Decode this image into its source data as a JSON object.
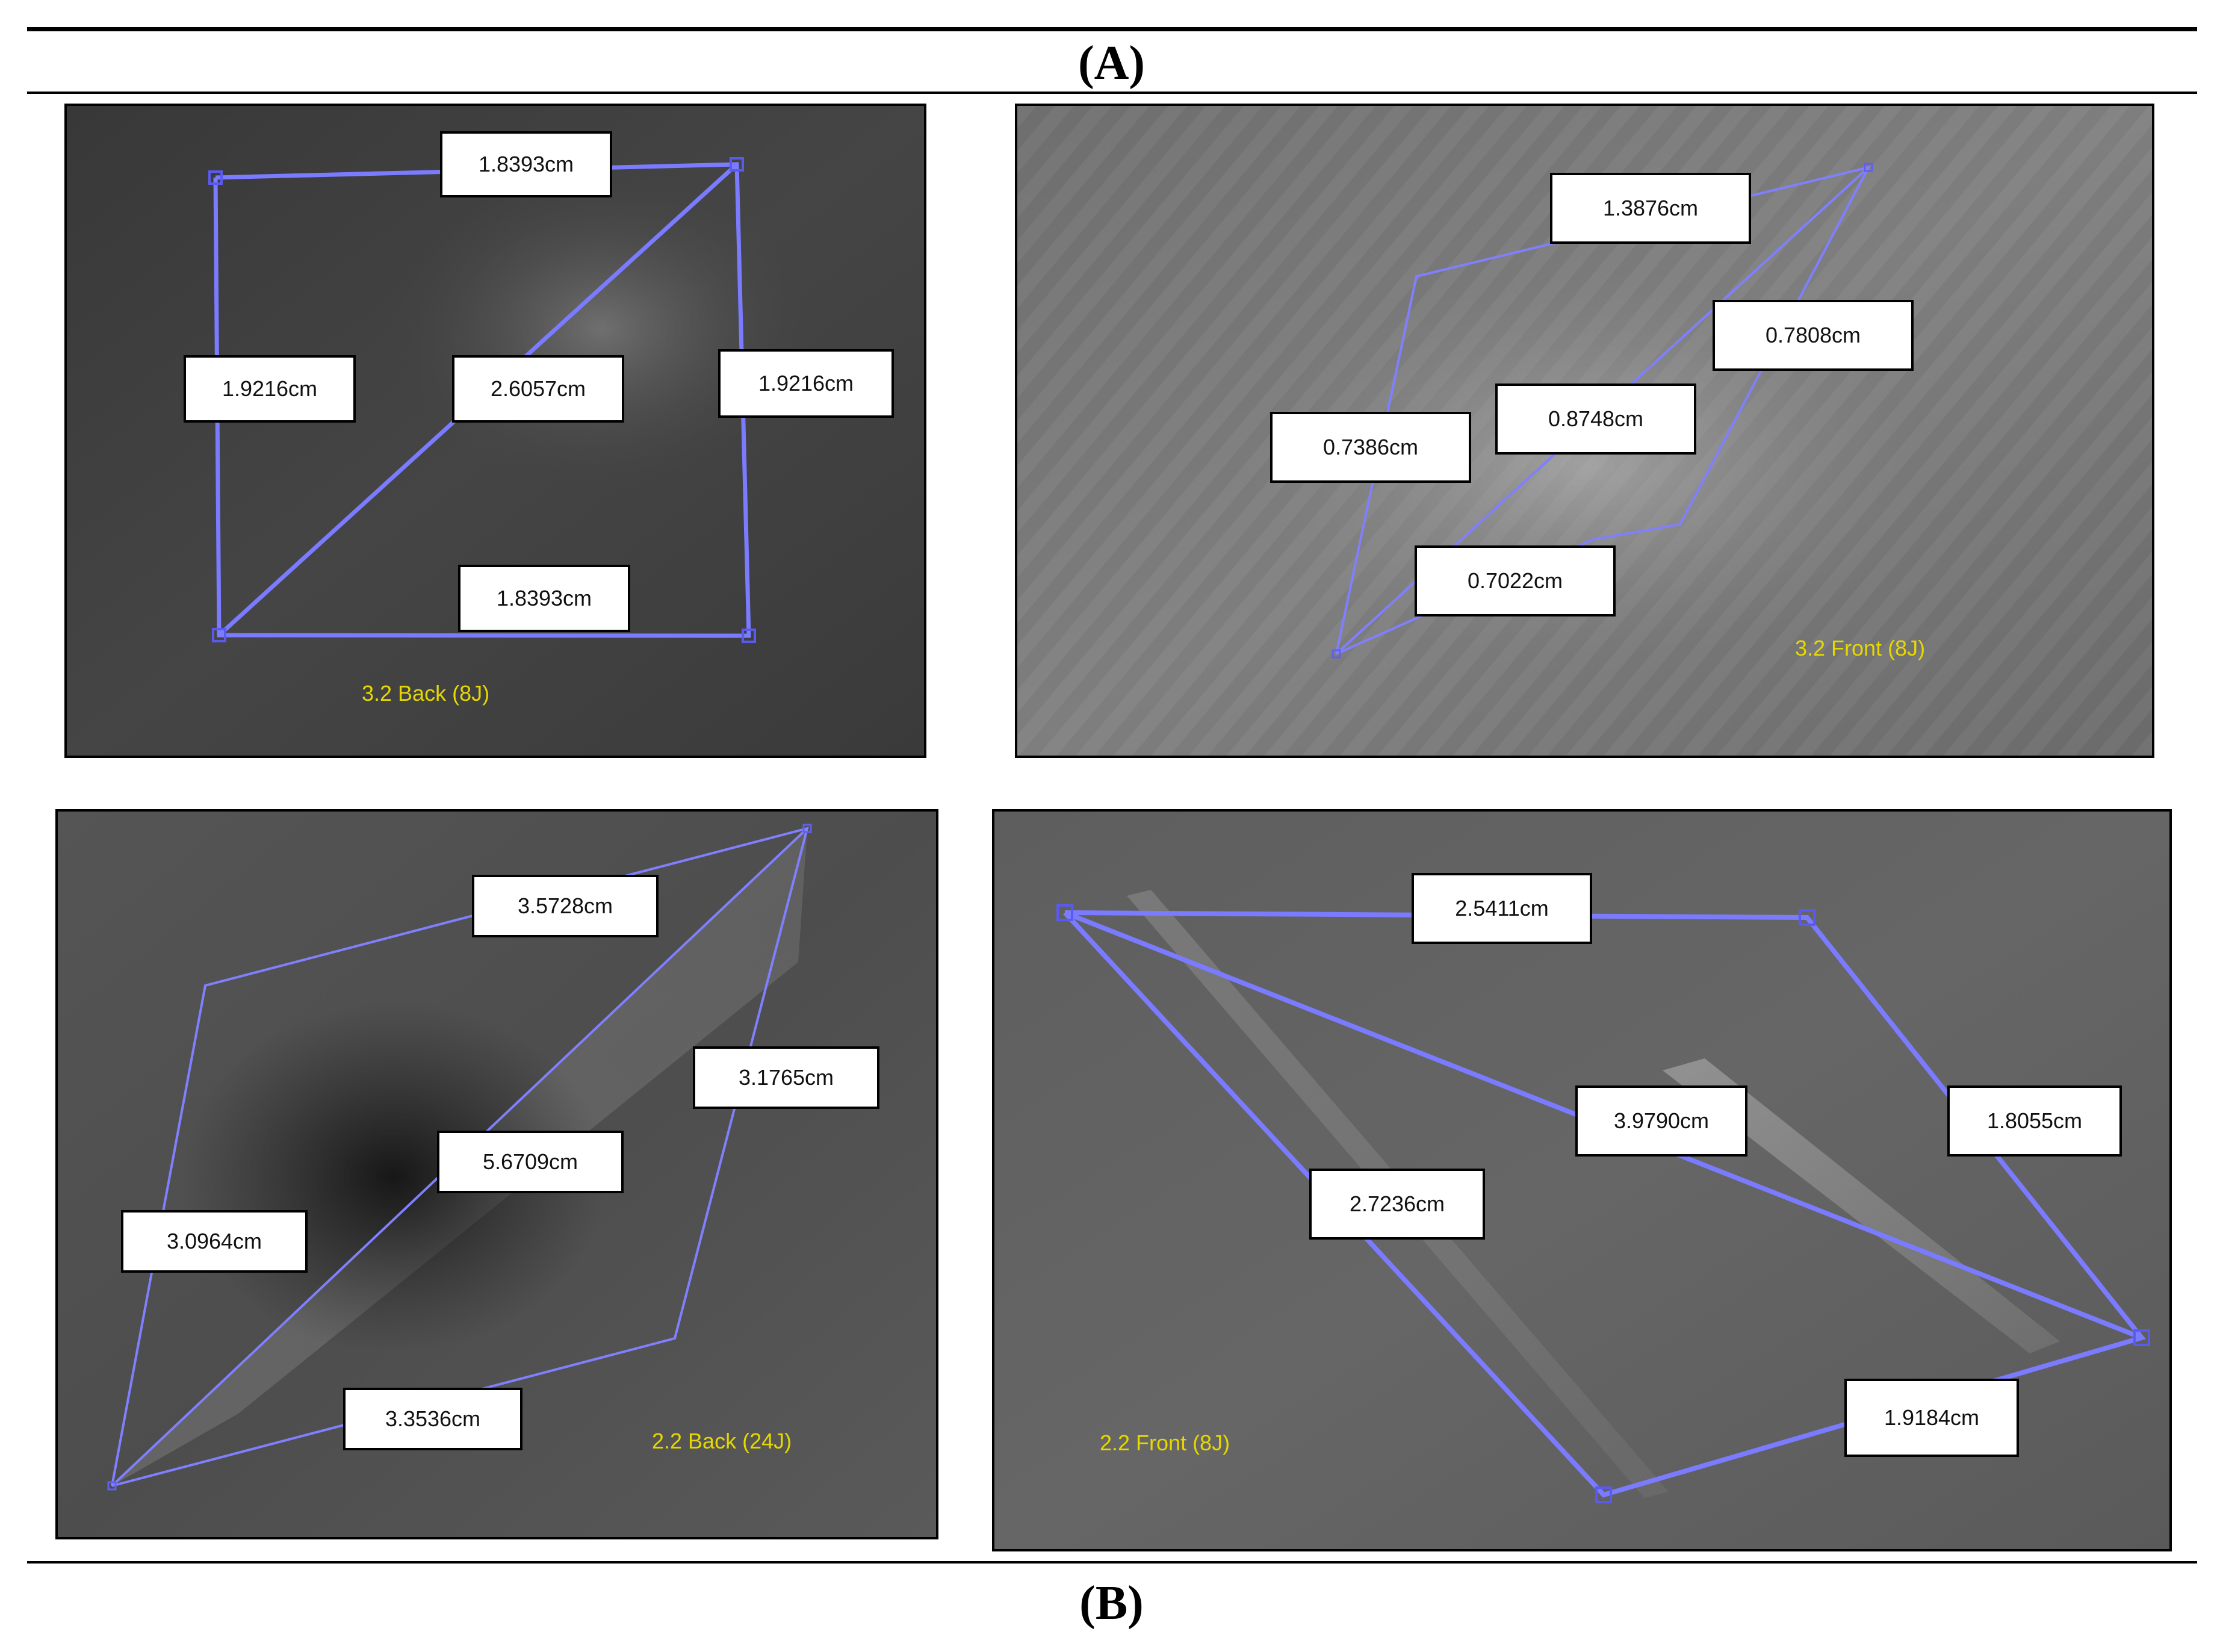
{
  "captions": {
    "top": "(A)",
    "bottom": "(B)"
  },
  "colors": {
    "measure_line": "#7b7bff",
    "sample_label": "#e6d800"
  },
  "panels": [
    {
      "name": "3.2 Back (8J)",
      "sample_label": "3.2 Back (8J)",
      "measurements": [
        "1.8393cm",
        "1.9216cm",
        "2.6057cm",
        "1.9216cm",
        "1.8393cm"
      ]
    },
    {
      "name": "3.2 Front (8J)",
      "sample_label": "3.2 Front (8J)",
      "measurements": [
        "1.3876cm",
        "0.7808cm",
        "0.8748cm",
        "0.7386cm",
        "0.7022cm"
      ]
    },
    {
      "name": "2.2 Back (24J)",
      "sample_label": "2.2 Back (24J)",
      "measurements": [
        "3.5728cm",
        "3.1765cm",
        "5.6709cm",
        "3.0964cm",
        "3.3536cm"
      ]
    },
    {
      "name": "2.2 Front (8J)",
      "sample_label": "2.2 Front (8J)",
      "measurements": [
        "2.5411cm",
        "3.9790cm",
        "1.8055cm",
        "2.7236cm",
        "1.9184cm"
      ]
    }
  ]
}
